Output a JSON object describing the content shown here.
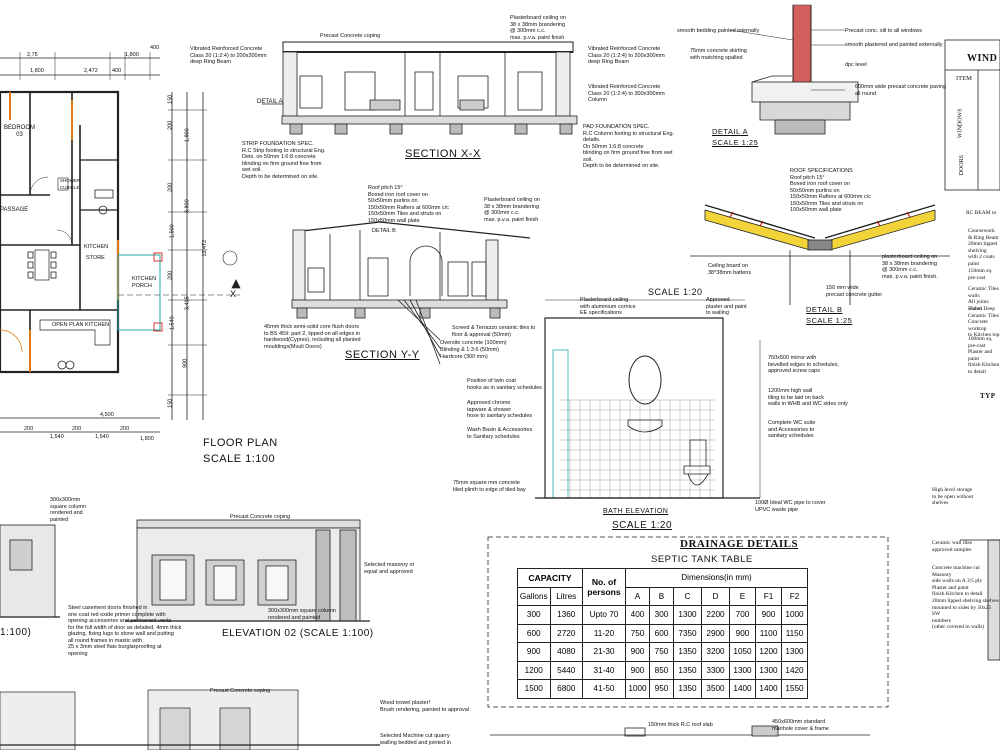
{
  "floor_plan": {
    "title": "FLOOR PLAN",
    "scale": "SCALE   1:100",
    "rooms": [
      {
        "key": "bedroom",
        "text": "BEDROOM\n03"
      },
      {
        "key": "passage",
        "text": "PASSAGE"
      },
      {
        "key": "shower",
        "text": "SHOWER\nCUBICLE"
      },
      {
        "key": "kitchen",
        "text": "KITCHEN"
      },
      {
        "key": "store",
        "text": "STORE"
      },
      {
        "key": "porch",
        "text": "KITCHEN\nPORCH"
      },
      {
        "key": "openplan",
        "text": "OPEN PLAN KITCHEN"
      }
    ],
    "dims_top": [
      "2,75",
      "1,800",
      "2,472",
      "400",
      "1,800",
      "400"
    ],
    "dims_bottom": [
      "200",
      "1,540",
      "200",
      "1,540",
      "200",
      "4,500",
      "1,800"
    ],
    "dims_side": [
      "150",
      "200",
      "1,800",
      "200",
      "3,800",
      "1,500",
      "200",
      "1,540",
      "900",
      "3,415",
      "150",
      "12,472"
    ],
    "axis_mark": "X"
  },
  "section_xx": {
    "title": "SECTION X-X",
    "coping": "Precast Concrete coping",
    "ring_beam": "Vibrated Reinforced Concrete\nClass 20 (1:2:4) to 200x300mm\ndeep Ring Beam",
    "ceiling": "Plasterboard ceiling on\n38 x 38mm brandering\n@ 300mm c.c.\nmax. p.v.a. paint finish",
    "ring_beam2": "Vibrated Reinforced Concrete\nClass 20 (1:2:4) to 200x300mm\ndeep Ring Beam",
    "column": "Vibrated Reinforced Concrete\nClass 20 (1:2:4) to 300x300mm\nColumn",
    "strip_footing": "STRIP FOUNDATION SPEC.\nR.C Strip footing to structural Eng.\nDets. on 50mm 1:6:8 concrete\nblinding on firm ground free from\nwet soil.\nDepth to be determined on site.",
    "pad_footing": "PAD FOUNDATION SPEC.\nR.C Column footing to structural Eng.\ndetails.\nOn 50mm 1:6:8 concrete\nblinding on firm ground free from wet\nsoil.\nDepth to be determined on site.",
    "detail_tag": "DETAIL A"
  },
  "section_yy": {
    "title": "SECTION Y-Y",
    "roof": "Roof pitch 15°\nBoxed iron roof cover on\n50x50mm purlins on\n150x50mm Rafters at 600mm c/c\n150x50mm Tiles and struts on\n150x50mm wall plate",
    "ceiling": "Plasterboard ceiling on\n38 x 38mm brandering\n@ 300mm c.c.\nmax. p.v.a. paint finish",
    "detail_tag": "DETAIL B",
    "door_note": "45mm thick semi-solid core flush doors\nto BS 459: part 2, lipped on all edges in\nhardwood(Cypres), including all planted\nmouldings(Mvuli Doors)",
    "tiles": "Screed & Terrazzo ceramic tiles to\nfloor & approval (50mm)",
    "oversite": "Oversite concrete (100mm)",
    "blinding": "Blinding & 1:3:6 (50mm)",
    "hardcore": "Hardcore (300 mm)"
  },
  "detail_a": {
    "title": "DETAIL A",
    "scale": "SCALE 1:25",
    "notes": [
      "smooth bedding painted internally",
      "Precast conc. sill to all windows",
      "smooth plastered and painted externally",
      "75mm concrete skirting\nwith matching spalled",
      "dpc level",
      "600mm wide precast concrete paving\nall round"
    ]
  },
  "detail_b": {
    "title": "DETAIL B",
    "scale": "SCALE 1:25",
    "roof_spec": "ROOF SPECIFICATIONS\nRoof pitch 15°\nBoxed iron roof cover on\n50x50mm purlins on\n150x50mm Rafters at 600mm c/c\n150x50mm Tiles and struts on\n100x50mm wall plate",
    "ceiling": "plasterboard ceiling on\n38 x 38mm brandering\n@ 300mm c.c.\nmax. p.v.a. paint finish.",
    "gutter": "150 mm wide\nprecast concrete gutter",
    "ceiling_board": "Ceiling board on\n38*38mm battens"
  },
  "bath": {
    "scale_top": "SCALE 1:20",
    "title": "BATH ELEVATION",
    "scale": "SCALE 1:20",
    "notes_left": [
      "Plasterboard ceiling\nwith aluminium cornice\nEE specifications",
      "Position of twin coat\nhooks as in sanitary schedules",
      "Approved chrome\ntapware & shower\nhose to sanitary schedules",
      "Wash Basin & Accessories\nto Sanitary schedules",
      "75mm square mm concrete\ntiled plinth to edge of tiled bay"
    ],
    "notes_right": [
      "Approved\nplaster and paint\nto walling",
      "750x500 mirror with\nbevelled edges to schedules,\napproved screw caps",
      "1200mm high wall\ntiling to be laid on back\nwalls in WHB and WC sides only",
      "Complete WC suite\nand Accessories to\nsanitary schedules",
      "100Ø Ideal WC pipe to cover\nUPVC waste pipe"
    ]
  },
  "drainage": {
    "title": "DRAINAGE DETAILS",
    "subtitle": "SEPTIC TANK TABLE",
    "h_capacity": "CAPACITY",
    "h_persons": "No. of\npersons",
    "h_dims": "Dimensions(in mm)",
    "h_gallons": "Gallons",
    "h_litres": "Litres",
    "h_cols": [
      "A",
      "B",
      "C",
      "D",
      "E",
      "F1",
      "F2"
    ],
    "rows": [
      [
        "300",
        "1360",
        "Upto 70",
        "400",
        "300",
        "1300",
        "2200",
        "700",
        "900",
        "1000"
      ],
      [
        "600",
        "2720",
        "11-20",
        "750",
        "600",
        "7350",
        "2900",
        "900",
        "1100",
        "1150"
      ],
      [
        "900",
        "4080",
        "21-30",
        "900",
        "750",
        "1350",
        "3200",
        "1050",
        "1200",
        "1300"
      ],
      [
        "1200",
        "5440",
        "31-40",
        "900",
        "850",
        "1350",
        "3300",
        "1300",
        "1300",
        "1420"
      ],
      [
        "1500",
        "6800",
        "41-50",
        "1000",
        "950",
        "1350",
        "3500",
        "1400",
        "1400",
        "1550"
      ]
    ]
  },
  "elevation": {
    "title": "ELEVATION 02 (SCALE 1:100)",
    "left_tag": "1:100)",
    "coping": "Precast Concrete coping",
    "column": "300x300mm\nsquare column\nrendered and\npainted",
    "door_note": "Steel casement doors finished in\none coat red oxide primer complete with\nopening accessories and permanent vents\nfor the full width of door as detailed, 4mm thick\nglazing, fixing lugs to stone wall and putting\nall round frames in mastic with\n25 x 3mm steel flats burglarproofing at\nopening",
    "col2": "300x300mm square column\nrendered and painted",
    "masonry": "Selected masonry or\nequal and approved",
    "coping2": "Precast Concrete coping",
    "plaster": "Wood trowel plaster!\nBrush rendering, painted to approval",
    "quarry": "Selected Machine cut quarry\nwalling bedded and jointed in"
  },
  "bottom_notes": [
    "150mm thick R.C roof slab",
    "450x600mm standard\nmanhole cover & frame"
  ],
  "right_panel": {
    "table_title": "WIND",
    "item": "ITEM",
    "windows": "WINDOWS",
    "doors": "DOORS",
    "rc_beam": "RC BEAM to",
    "notes": [
      "Coursework & Ring Beam\n20mm lipped shelving\nwith 2 coats paint",
      "150mm sq. pre-cast",
      "Ceramic Tiles walls\nAll joints sealed",
      "75mm Deep Ceramic Tiles\nConcrete worktop\nto Kitchen top",
      "100mm sq. pre-cast\nPlaster and paint\nfinish Kitchen to detail"
    ],
    "type_tag": "TYP",
    "notes2": [
      "High level storage\nto be open without\nshelves",
      "Ceramic wall tiles\napproved samples",
      "Concrete machine cut Masonry\nside walls on A 3/5 ply\nPlaster and paint\nfinish Kitchen to detail",
      "20mm lipped shelving shelves\nmounted to sides by 50x25 SW\nnumbers\n(other covered in walls)"
    ]
  }
}
